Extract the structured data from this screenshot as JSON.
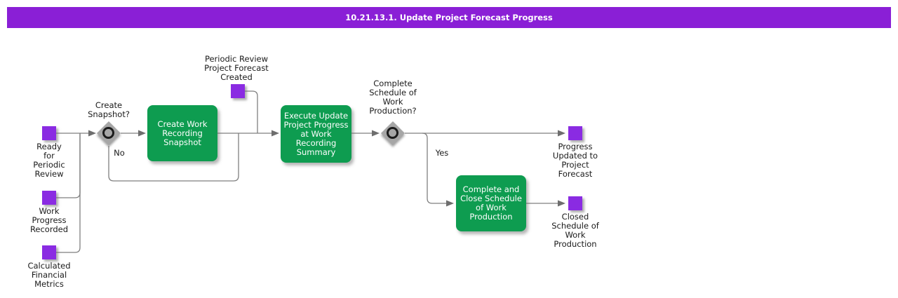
{
  "title": "10.21.13.1. Update Project Forecast Progress",
  "colors": {
    "title_bar": "#8a1fd6",
    "event_square": "#8a2be2",
    "task_green": "#0e9c50",
    "gateway_gray": "#a6a6a6",
    "connector_line": "#7f7f7f"
  },
  "nodes": {
    "ready_for_periodic_review": {
      "label": "Ready\nfor\nPeriodic\nReview"
    },
    "work_progress_recorded": {
      "label": "Work\nProgress\nRecorded"
    },
    "calculated_financial_metrics": {
      "label": "Calculated\nFinancial\nMetrics"
    },
    "periodic_review_project_forecast_created": {
      "label": "Periodic Review\nProject Forecast\nCreated"
    },
    "create_work_recording_snapshot": {
      "label": "Create Work\nRecording\nSnapshot"
    },
    "execute_update_project_progress": {
      "label": "Execute Update\nProject Progress\nat Work\nRecording\nSummary"
    },
    "complete_and_close_schedule": {
      "label": "Complete and\nClose Schedule\nof Work\nProduction"
    },
    "progress_updated_to_project_forecast": {
      "label": "Progress\nUpdated to\nProject\nForecast"
    },
    "closed_schedule_of_work_production": {
      "label": "Closed\nSchedule of\nWork\nProduction"
    }
  },
  "gateways": {
    "create_snapshot": {
      "label": "Create\nSnapshot?"
    },
    "complete_schedule": {
      "label": "Complete\nSchedule of\nWork\nProduction?"
    }
  },
  "branch_labels": {
    "no": "No",
    "yes": "Yes"
  }
}
